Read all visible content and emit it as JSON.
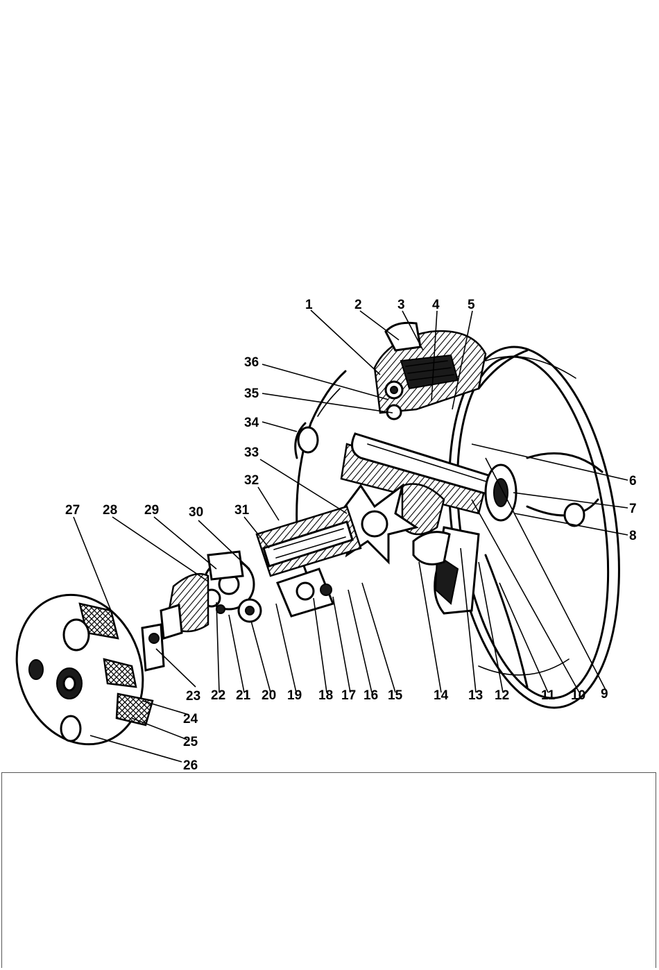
{
  "figure": {
    "callouts": [
      {
        "number": "1"
      },
      {
        "number": "2"
      },
      {
        "number": "3"
      },
      {
        "number": "4"
      },
      {
        "number": "5"
      },
      {
        "number": "6"
      },
      {
        "number": "7"
      },
      {
        "number": "8"
      },
      {
        "number": "9"
      },
      {
        "number": "10"
      },
      {
        "number": "11"
      },
      {
        "number": "12"
      },
      {
        "number": "13"
      },
      {
        "number": "14"
      },
      {
        "number": "15"
      },
      {
        "number": "16"
      },
      {
        "number": "17"
      },
      {
        "number": "18"
      },
      {
        "number": "19"
      },
      {
        "number": "20"
      },
      {
        "number": "21"
      },
      {
        "number": "22"
      },
      {
        "number": "23"
      },
      {
        "number": "24"
      },
      {
        "number": "25"
      },
      {
        "number": "26"
      },
      {
        "number": "27"
      },
      {
        "number": "28"
      },
      {
        "number": "29"
      },
      {
        "number": "30"
      },
      {
        "number": "31"
      },
      {
        "number": "32"
      },
      {
        "number": "33"
      },
      {
        "number": "34"
      },
      {
        "number": "35"
      },
      {
        "number": "36"
      }
    ]
  },
  "caption": {
    "text": ""
  }
}
